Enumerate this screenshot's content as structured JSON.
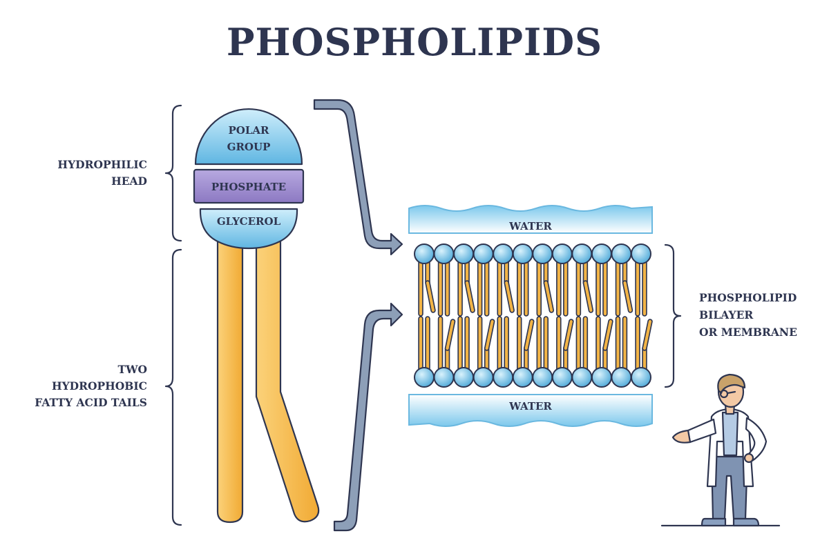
{
  "title": "PHOSPHOLIPIDS",
  "molecule": {
    "polar_group": [
      "POLAR",
      "GROUP"
    ],
    "phosphate": "PHOSPHATE",
    "glycerol": "GLYCEROL"
  },
  "labels": {
    "hydrophilic_head": [
      "HYDROPHILIC",
      "HEAD"
    ],
    "hydrophobic_tails": [
      "TWO",
      "HYDROPHOBIC",
      "FATTY ACID TAILS"
    ],
    "bilayer": [
      "PHOSPHOLIPID",
      "BILAYER",
      "OR MEMBRANE"
    ]
  },
  "water": {
    "top": "WATER",
    "bottom": "WATER"
  },
  "bilayer": {
    "heads_per_row": 12
  },
  "colors": {
    "outline": "#2e3550",
    "head_blue": "#7ec8ec",
    "phosphate_purple": "#9a88cc",
    "tail_orange": "#f4b84a",
    "water_blue": "#8fd0ee",
    "arrow": "#8d9fb8"
  }
}
